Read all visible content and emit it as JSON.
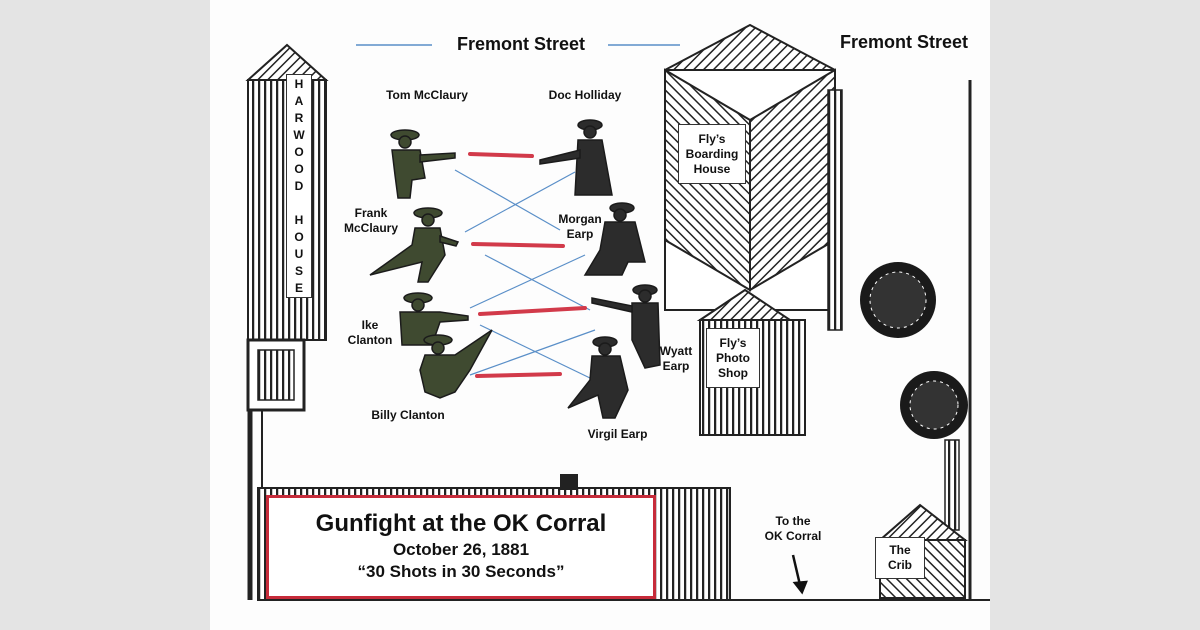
{
  "streets": {
    "left": "Fremont Street",
    "right": "Fremont Street"
  },
  "harwood_house": [
    "H",
    "A",
    "R",
    "W",
    "O",
    "O",
    "D",
    "",
    "H",
    "O",
    "U",
    "S",
    "E"
  ],
  "fighters": {
    "tom_mcclaury": "Tom McClaury",
    "doc_holliday": "Doc Holliday",
    "frank_mcclaury": [
      "Frank",
      "McClaury"
    ],
    "morgan_earp": [
      "Morgan",
      "Earp"
    ],
    "ike_clanton": [
      "Ike",
      "Clanton"
    ],
    "wyatt_earp": [
      "Wyatt",
      "Earp"
    ],
    "billy_clanton": "Billy Clanton",
    "virgil_earp": "Virgil Earp"
  },
  "buildings": {
    "boarding_house": [
      "Fly’s",
      "Boarding",
      "House"
    ],
    "photo_shop": [
      "Fly’s",
      "Photo",
      "Shop"
    ],
    "the_crib": [
      "The",
      "Crib"
    ]
  },
  "directions": {
    "to_ok_corral": [
      "To the",
      "OK Corral"
    ]
  },
  "title": {
    "main": "Gunfight at the OK Corral",
    "date": "October 26, 1881",
    "quote": "“30 Shots in 30 Seconds”"
  },
  "colors": {
    "shot_red": "#d23a4a",
    "cross_blue": "#5a8fc8",
    "title_border": "#c62b3a"
  }
}
